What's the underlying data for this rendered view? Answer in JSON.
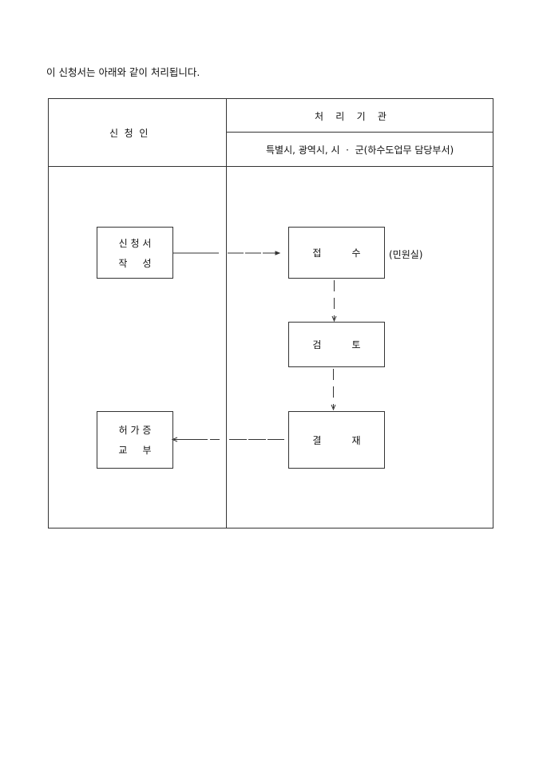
{
  "intro": "이 신청서는 아래와 같이 처리됩니다.",
  "header": {
    "applicant": "신  청  인",
    "agency": "처    리    기    관",
    "agency_sub": "특별시, 광역시, 시  ·  군(하수도업무 담당부서)"
  },
  "steps": {
    "write": {
      "line1": "신 청 서",
      "line2": "작     성"
    },
    "receive": {
      "label": "접          수",
      "note": "(민원실)"
    },
    "review": {
      "label": "검          토"
    },
    "approve": {
      "label": "결          재"
    },
    "issue": {
      "line1": "허 가 증",
      "line2": "교     부"
    }
  }
}
